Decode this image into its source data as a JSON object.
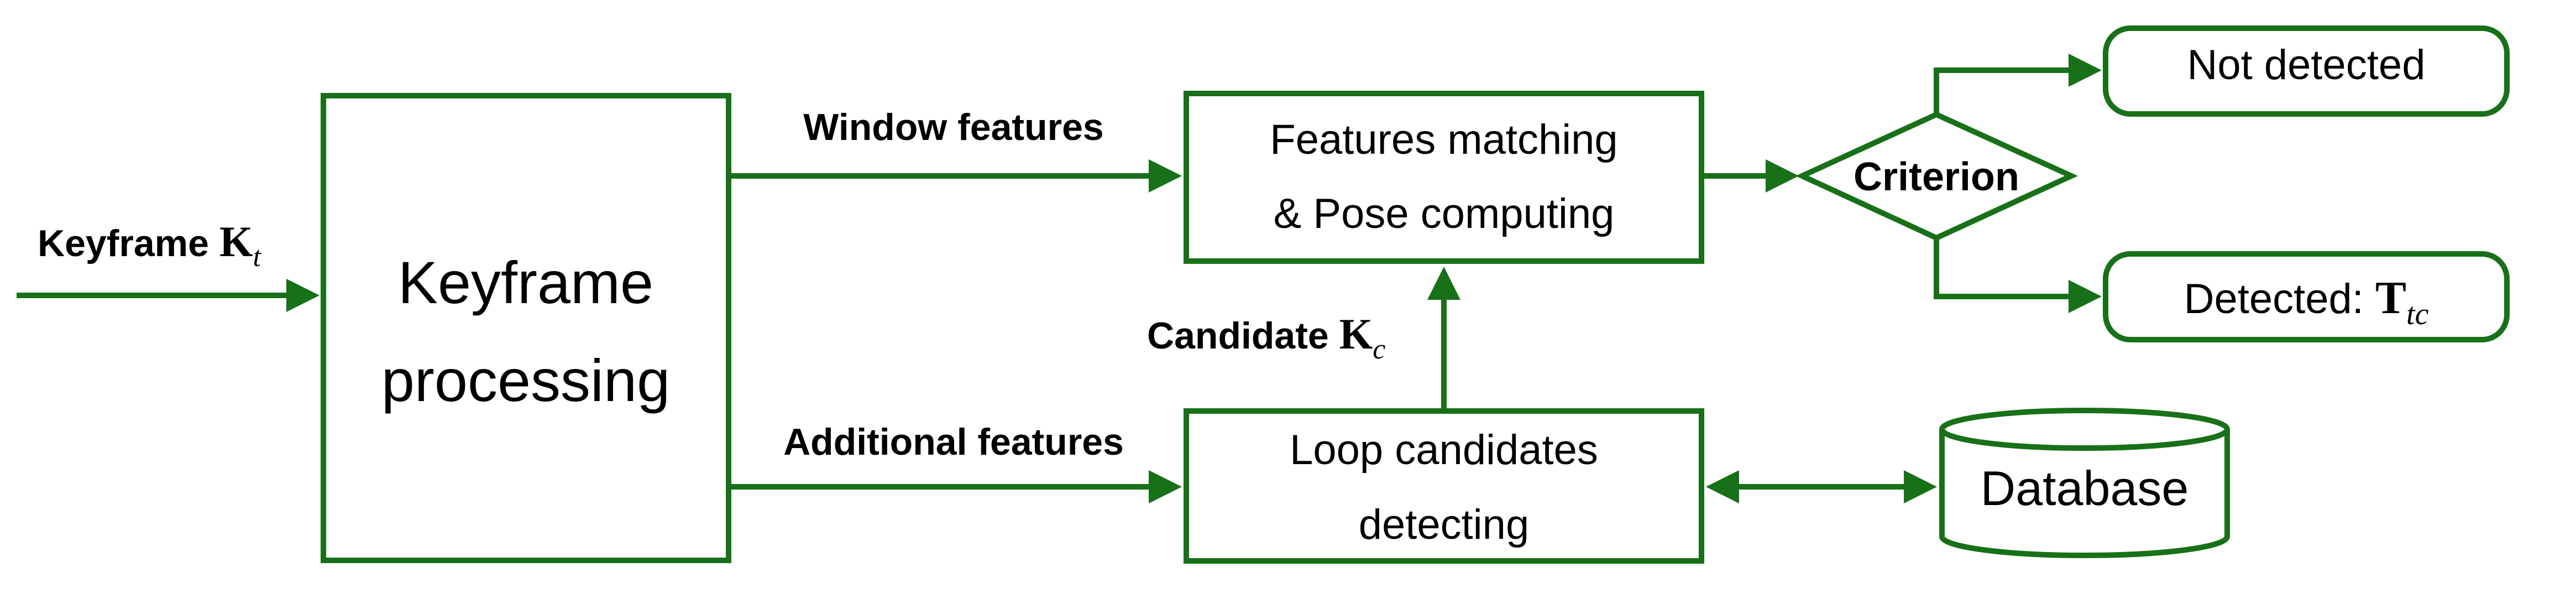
{
  "colors": {
    "stroke": "#187018",
    "text": "#000000",
    "background": "#ffffff"
  },
  "nodes": {
    "keyframe_processing": {
      "line1": "Keyframe",
      "line2": "processing"
    },
    "features_matching": {
      "line1": "Features matching",
      "line2": "& Pose computing"
    },
    "loop_candidates": {
      "line1": "Loop candidates",
      "line2": "detecting"
    },
    "criterion": {
      "label": "Criterion"
    },
    "not_detected": {
      "label": "Not detected"
    },
    "detected": {
      "label": "Detected: ",
      "symbol": "T",
      "subscript": "tc"
    },
    "database": {
      "label": "Database"
    }
  },
  "edges": {
    "keyframe_input": {
      "label": "Keyframe ",
      "symbol": "K",
      "subscript": "t"
    },
    "window_features": {
      "label": "Window features"
    },
    "additional_features": {
      "label": "Additional features"
    },
    "candidate": {
      "label": "Candidate ",
      "symbol": "K",
      "subscript": "c"
    }
  }
}
